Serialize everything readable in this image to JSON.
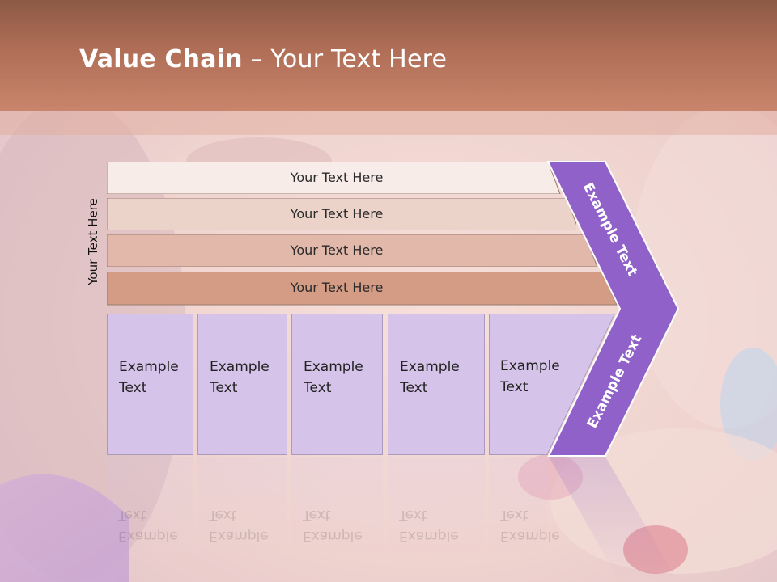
{
  "slide": {
    "title_bold": "Value Chain",
    "title_rest": " – Your Text Here"
  },
  "side_label": "Your Text Here",
  "support_bars": [
    {
      "label": "Your Text Here",
      "fill": "#f7ece8"
    },
    {
      "label": "Your Text Here",
      "fill": "#ecd3ca"
    },
    {
      "label": "Your Text Here",
      "fill": "#e1b8a9"
    },
    {
      "label": "Your Text Here",
      "fill": "#d49b85"
    }
  ],
  "primary_cells": [
    {
      "line1": "Example",
      "line2": "Text"
    },
    {
      "line1": "Example",
      "line2": "Text"
    },
    {
      "line1": "Example",
      "line2": "Text"
    },
    {
      "line1": "Example",
      "line2": "Text"
    },
    {
      "line1": "Example",
      "line2": "Text"
    }
  ],
  "chevron": {
    "upper_label": "Example Text",
    "lower_label": "Example Text",
    "fill": "#9061c9"
  },
  "colors": {
    "title_band": "#b06e57",
    "cell_fill": "#d6c3ea"
  }
}
